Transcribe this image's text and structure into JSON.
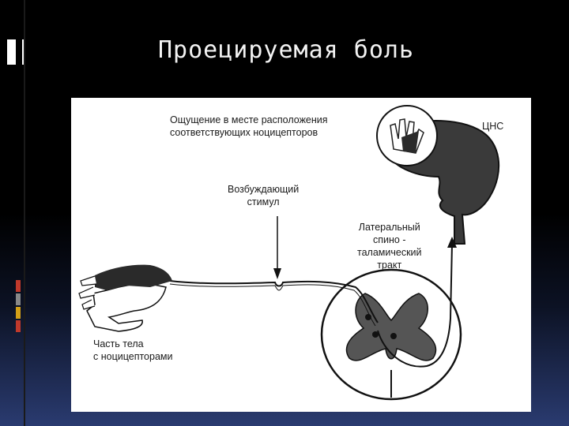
{
  "slide": {
    "title": "Проецируемая боль"
  },
  "diagram": {
    "sensation_label": "Ощущение в месте расположения\nсоответствующих ноцицепторов",
    "cns_label": "ЦНС",
    "stimulus_label": "Возбуждающий\nстимул",
    "tract_label": "Латеральный\nспино -\nталамический\nтракт",
    "body_part_label": "Часть тела\nс ноцицепторами"
  },
  "colors": {
    "background": "#000000",
    "figure_bg": "#ffffff",
    "ink": "#1a1a1a",
    "accent_red": "#c0392b",
    "accent_yellow": "#d4a017"
  }
}
